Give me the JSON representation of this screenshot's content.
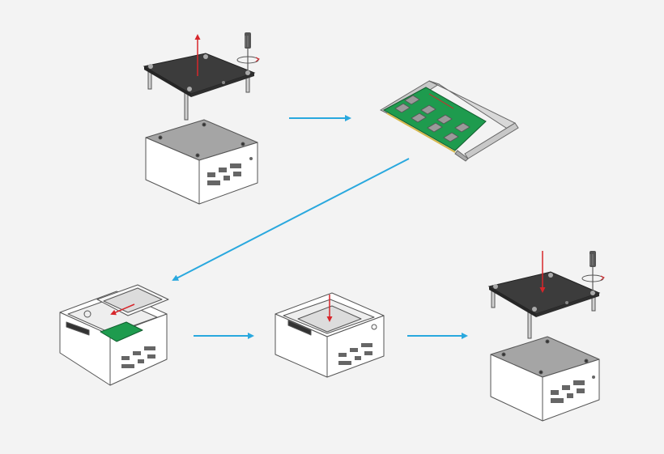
{
  "diagram": {
    "kind": "assembly-steps",
    "step_count": 5,
    "steps": [
      {
        "name": "remove-bottom-cover",
        "icons": [
          "screwdriver-icon",
          "lift-arrow-icon"
        ]
      },
      {
        "name": "install-memory-module",
        "icons": [
          "memory-module-icon"
        ]
      },
      {
        "name": "install-ssd-drive",
        "icons": [
          "slide-arrow-icon"
        ]
      },
      {
        "name": "secure-ssd-drive",
        "icons": [
          "down-arrow-icon"
        ]
      },
      {
        "name": "replace-bottom-cover",
        "icons": [
          "screwdriver-icon",
          "lower-arrow-icon"
        ]
      }
    ],
    "colors": {
      "background": "#f3f3f3",
      "flow_arrow": "#29a8de",
      "motion_arrow": "#d7262b",
      "cover_plate": "#3c3c3c",
      "chassis_top": "#a5a5a5",
      "pcb_green": "#1e9b4e",
      "outline": "#555555"
    }
  }
}
